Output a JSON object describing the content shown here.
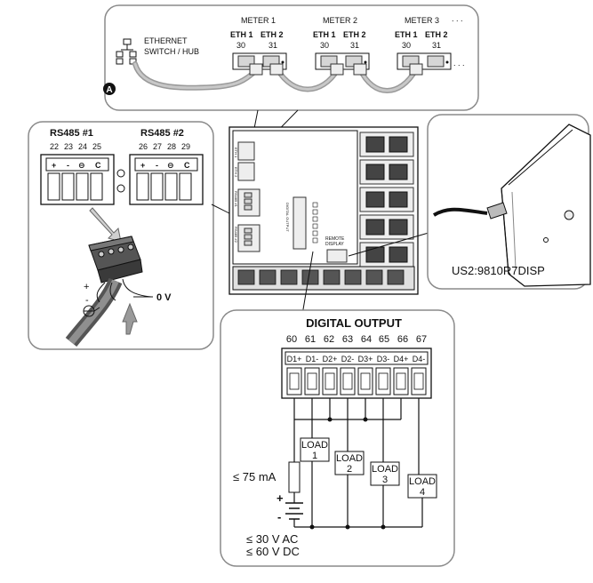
{
  "ethernet": {
    "marker": "A",
    "switch_label_line1": "ETHERNET",
    "switch_label_line2": "SWITCH / HUB",
    "meters": [
      {
        "name": "METER 1",
        "eth1": "ETH 1",
        "eth2": "ETH 2",
        "pin1": "30",
        "pin2": "31"
      },
      {
        "name": "METER 2",
        "eth1": "ETH 1",
        "eth2": "ETH 2",
        "pin1": "30",
        "pin2": "31"
      },
      {
        "name": "METER 3",
        "eth1": "ETH 1",
        "eth2": "ETH 2",
        "pin1": "30",
        "pin2": "31"
      }
    ],
    "continuation": ". . ."
  },
  "rs485": {
    "port1": {
      "title": "RS485 #1",
      "pins": [
        "22",
        "23",
        "24",
        "25"
      ],
      "symbols": [
        "+",
        "-",
        "⊖",
        "C"
      ]
    },
    "port2": {
      "title": "RS485 #2",
      "pins": [
        "26",
        "27",
        "28",
        "29"
      ],
      "symbols": [
        "+",
        "-",
        "⊖",
        "C"
      ]
    },
    "plus": "+",
    "minus": "-",
    "zero_volt": "0 V"
  },
  "meter_unit": {
    "eth1_label": "ETH 1",
    "eth2_label": "ETH 2",
    "rs485_1_label": "RS485 #1",
    "rs485_2_label": "RS485 #2",
    "digital_output_label": "DIGITAL OUTPUT",
    "remote_display_line1": "REMOTE",
    "remote_display_line2": "DISPLAY"
  },
  "display": {
    "model": "US2:9810R7DISP"
  },
  "digital_output": {
    "title": "DIGITAL OUTPUT",
    "pins": [
      "60",
      "61",
      "62",
      "63",
      "64",
      "65",
      "66",
      "67"
    ],
    "terminals": [
      "D1+",
      "D1-",
      "D2+",
      "D2-",
      "D3+",
      "D3-",
      "D4+",
      "D4-"
    ],
    "load_word": "LOAD",
    "loads": [
      "1",
      "2",
      "3",
      "4"
    ],
    "current_limit": "≤ 75 mA",
    "plus": "+",
    "minus": "-",
    "voltage_ac": "≤ 30 V AC",
    "voltage_dc": "≤ 60 V DC"
  }
}
